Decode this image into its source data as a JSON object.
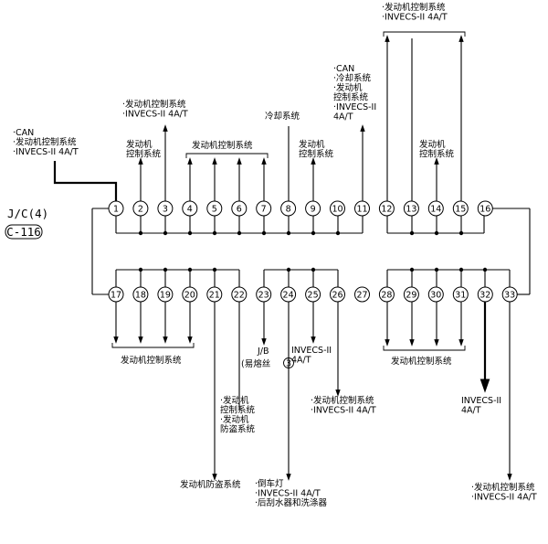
{
  "connector": {
    "name": "J/C(4)",
    "code": "C-116"
  },
  "labels": {
    "t1": [
      "·CAN",
      "·发动机控制系统",
      "·INVECS-II 4A/T"
    ],
    "t2": [
      "发动机",
      "控制系统"
    ],
    "t3": [
      "·发动机控制系统",
      "·INVECS-II 4A/T"
    ],
    "t4_7": [
      "发动机控制系统"
    ],
    "t8": [
      "冷却系统"
    ],
    "t9": [
      "发动机",
      "控制系统"
    ],
    "t11": [
      "·CAN",
      "·冷却系统",
      "·发动机",
      "控制系统",
      "·INVECS-II",
      "4A/T"
    ],
    "t12_15": [
      "·发动机控制系统",
      "·INVECS-II 4A/T"
    ],
    "t14": [
      "发动机",
      "控制系统"
    ],
    "t17_20": [
      "发动机控制系统"
    ],
    "t21": [
      "发动机防盗系统"
    ],
    "t22": [
      "·发动机",
      "控制系统",
      "·发动机",
      "防盗系统"
    ],
    "t23_jb": "J/B",
    "t23_fuse": "(易熔丝",
    "t23_fuse_no": "3",
    "t24": [
      "·倒车灯",
      "·INVECS-II 4A/T",
      "·后刮水器和洗涤器"
    ],
    "t25": [
      "INVECS-II",
      "4A/T"
    ],
    "t26": [
      "·发动机控制系统",
      "·INVECS-II 4A/T"
    ],
    "t28_31": [
      "发动机控制系统"
    ],
    "t32": [
      "INVECS-II",
      "4A/T"
    ],
    "t33": [
      "·发动机控制系统",
      "·INVECS-II 4A/T"
    ]
  },
  "terminals": {
    "top": [
      "1",
      "2",
      "3",
      "4",
      "5",
      "6",
      "7",
      "8",
      "9",
      "10",
      "11",
      "12",
      "13",
      "14",
      "15",
      "16"
    ],
    "bottom": [
      "17",
      "18",
      "19",
      "20",
      "21",
      "22",
      "23",
      "24",
      "25",
      "26",
      "27",
      "28",
      "29",
      "30",
      "31",
      "32",
      "33"
    ]
  }
}
